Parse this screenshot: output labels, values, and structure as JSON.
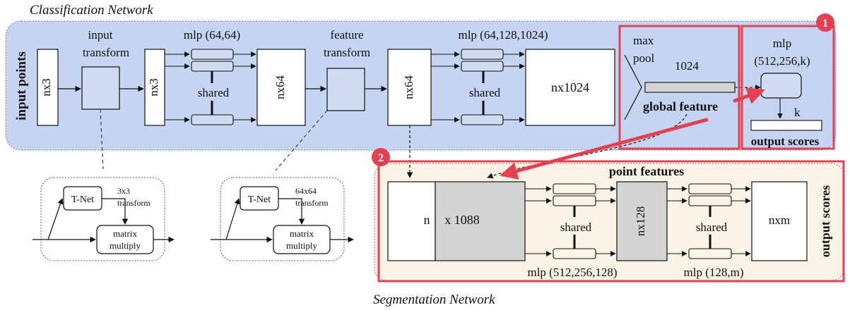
{
  "titles": {
    "classification": "Classification Network",
    "segmentation": "Segmentation Network"
  },
  "classification": {
    "input_points": "input points",
    "input_transform_l1": "input",
    "input_transform_l2": "transform",
    "nx3_a": "nx3",
    "nx3_b": "nx3",
    "mlp1": "mlp (64,64)",
    "shared1": "shared",
    "nx64_a": "nx64",
    "feature_transform_l1": "feature",
    "feature_transform_l2": "transform",
    "nx64_b": "nx64",
    "mlp2": "mlp (64,128,1024)",
    "shared2": "shared",
    "nx1024": "nx1024",
    "max_l1": "max",
    "max_l2": "pool",
    "dim1024": "1024",
    "global_feature": "global feature",
    "mlp3_l1": "mlp",
    "mlp3_l2": "(512,256,k)",
    "k": "k",
    "output_scores": "output scores"
  },
  "tnets": [
    {
      "tnet": "T-Net",
      "size": "3x3",
      "transform": "transform",
      "mm1": "matrix",
      "mm2": "multiply"
    },
    {
      "tnet": "T-Net",
      "size": "64x64",
      "transform": "transform",
      "mm1": "matrix",
      "mm2": "multiply"
    }
  ],
  "segmentation": {
    "point_features": "point features",
    "n": "n",
    "x1088": "x 1088",
    "shared1": "shared",
    "mlp1": "mlp (512,256,128)",
    "nx128": "nx128",
    "shared2": "shared",
    "mlp2": "mlp (128,m)",
    "nxm": "nxm",
    "output_scores": "output scores"
  },
  "badges": [
    "1",
    "2"
  ],
  "colors": {
    "classification_bg": "#c5d4f0",
    "segmentation_bg": "#f9f4e6",
    "highlight_red": "#e5404f",
    "gray_block": "#d4d4d4"
  }
}
